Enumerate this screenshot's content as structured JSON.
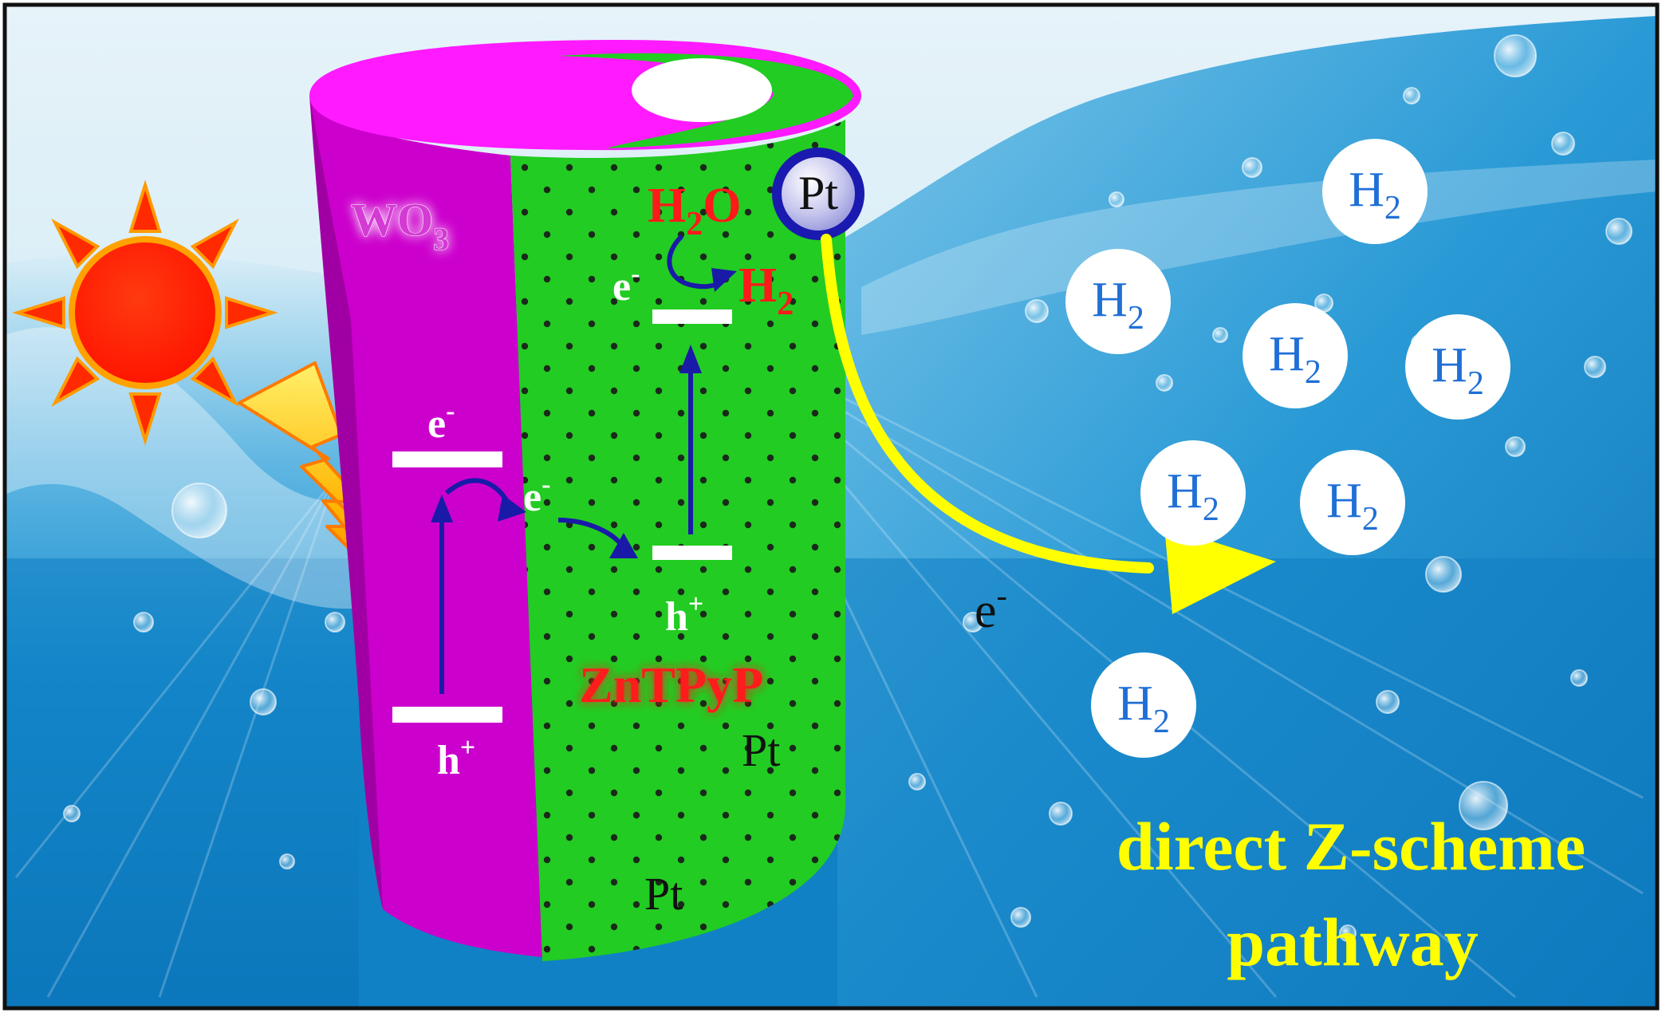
{
  "labels": {
    "wo3": {
      "base": "WO",
      "sub": "3"
    },
    "pt_circle": "Pt",
    "h2o": {
      "a": "H",
      "sub": "2",
      "b": "O"
    },
    "h2_product": {
      "base": "H",
      "sub": "2"
    },
    "electron": {
      "base": "e",
      "sup": "-"
    },
    "hole": {
      "base": "h",
      "sup": "+"
    },
    "zntpyp": "ZnTPyP",
    "pt": "Pt",
    "h2_bubble": {
      "base": "H",
      "sub": "2"
    },
    "pathway_line1": "direct Z-scheme",
    "pathway_line2": "pathway"
  },
  "colors": {
    "wo3_magenta": "#cc00cc",
    "zntpyp_green": "#22cc22",
    "label_red": "#ff1a1a",
    "arrow_blue": "#1a1aa8",
    "arrow_yellow": "#ffff00",
    "pt_blue": "#1a1ab0",
    "h2_blue": "#1f6fd6",
    "sun_red": "#ff1a00",
    "sun_orange": "#ff8800"
  },
  "icons": {
    "sun": "sun-icon",
    "lightning": "lightning-bolt-icon"
  }
}
